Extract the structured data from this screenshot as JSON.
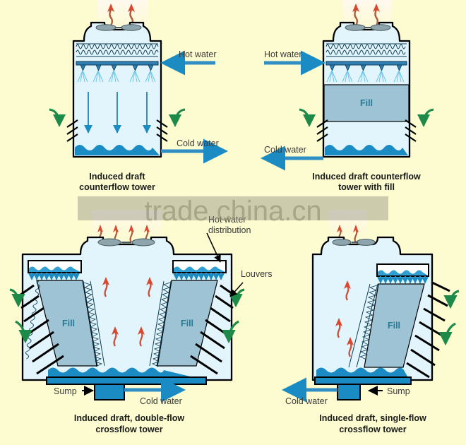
{
  "meta": {
    "background_color": "#fcfcd0",
    "watermark": "trade.china.cn",
    "title": "Cooling tower types"
  },
  "colors": {
    "background": "#fcfcd0",
    "tower_interior": "#e3f5fc",
    "fill_block": "#9dc3d4",
    "water_basin": "#1b8bc4",
    "water_arrow": "#1b8bc4",
    "air_arrow_green": "#1d8a4a",
    "hot_air_red": "#d9472e",
    "outline": "#000000",
    "fill_label": "#277a93",
    "label_text": "#3a3a3a",
    "caption_text": "#1a1a1a"
  },
  "panels": [
    {
      "id": "induced-draft-counterflow",
      "caption_line1": "Induced draft",
      "caption_line2": "counterflow  tower",
      "labels": {
        "hot_water": "Hot water",
        "cold_water": "Cold water"
      },
      "fill_label": null
    },
    {
      "id": "induced-draft-counterflow-with-fill",
      "caption_line1": "Induced draft counterflow",
      "caption_line2": "tower with fill",
      "labels": {
        "hot_water": "Hot water",
        "cold_water": "Cold water"
      },
      "fill_label": "Fill"
    },
    {
      "id": "induced-draft-double-flow-crossflow",
      "caption_line1": "Induced draft, double-flow",
      "caption_line2": "crossflow tower",
      "labels": {
        "hot_water_distribution_line1": "Hot water",
        "hot_water_distribution_line2": "distribution",
        "louvers": "Louvers",
        "sump": "Sump",
        "cold_water": "Cold water"
      },
      "fill_label_left": "Fill",
      "fill_label_right": "Fill"
    },
    {
      "id": "induced-draft-single-flow-crossflow",
      "caption_line1": "Induced draft, single-flow",
      "caption_line2": "crossflow tower",
      "labels": {
        "sump": "Sump",
        "cold_water": "Cold water"
      },
      "fill_label": "Fill"
    }
  ]
}
